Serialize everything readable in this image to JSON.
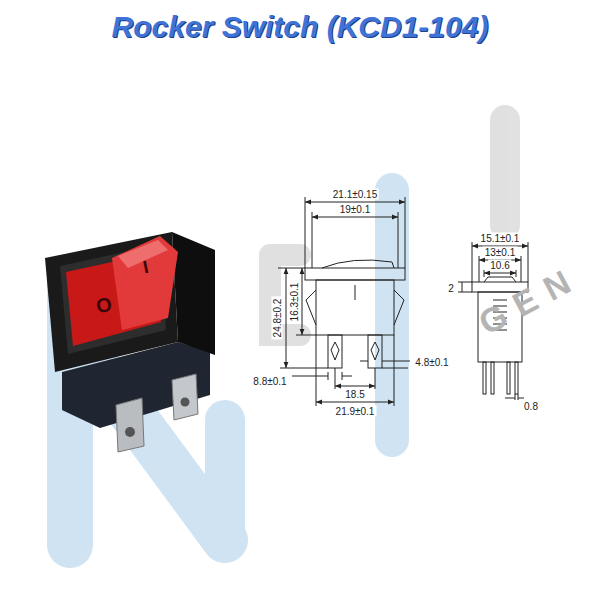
{
  "diagram": {
    "title": "Rocker Switch (KCD1-104)",
    "labels": [
      "O",
      "I",
      "21.1±0.15",
      "19±0.1",
      "24.8±0.2",
      "16.3±0.1",
      "8.8±0.1",
      "18.5",
      "4.8±0.1",
      "21.9±0.1",
      "15.1±0.1",
      "13±0.1",
      "10.6",
      "2",
      "0.8",
      "GEN"
    ]
  }
}
